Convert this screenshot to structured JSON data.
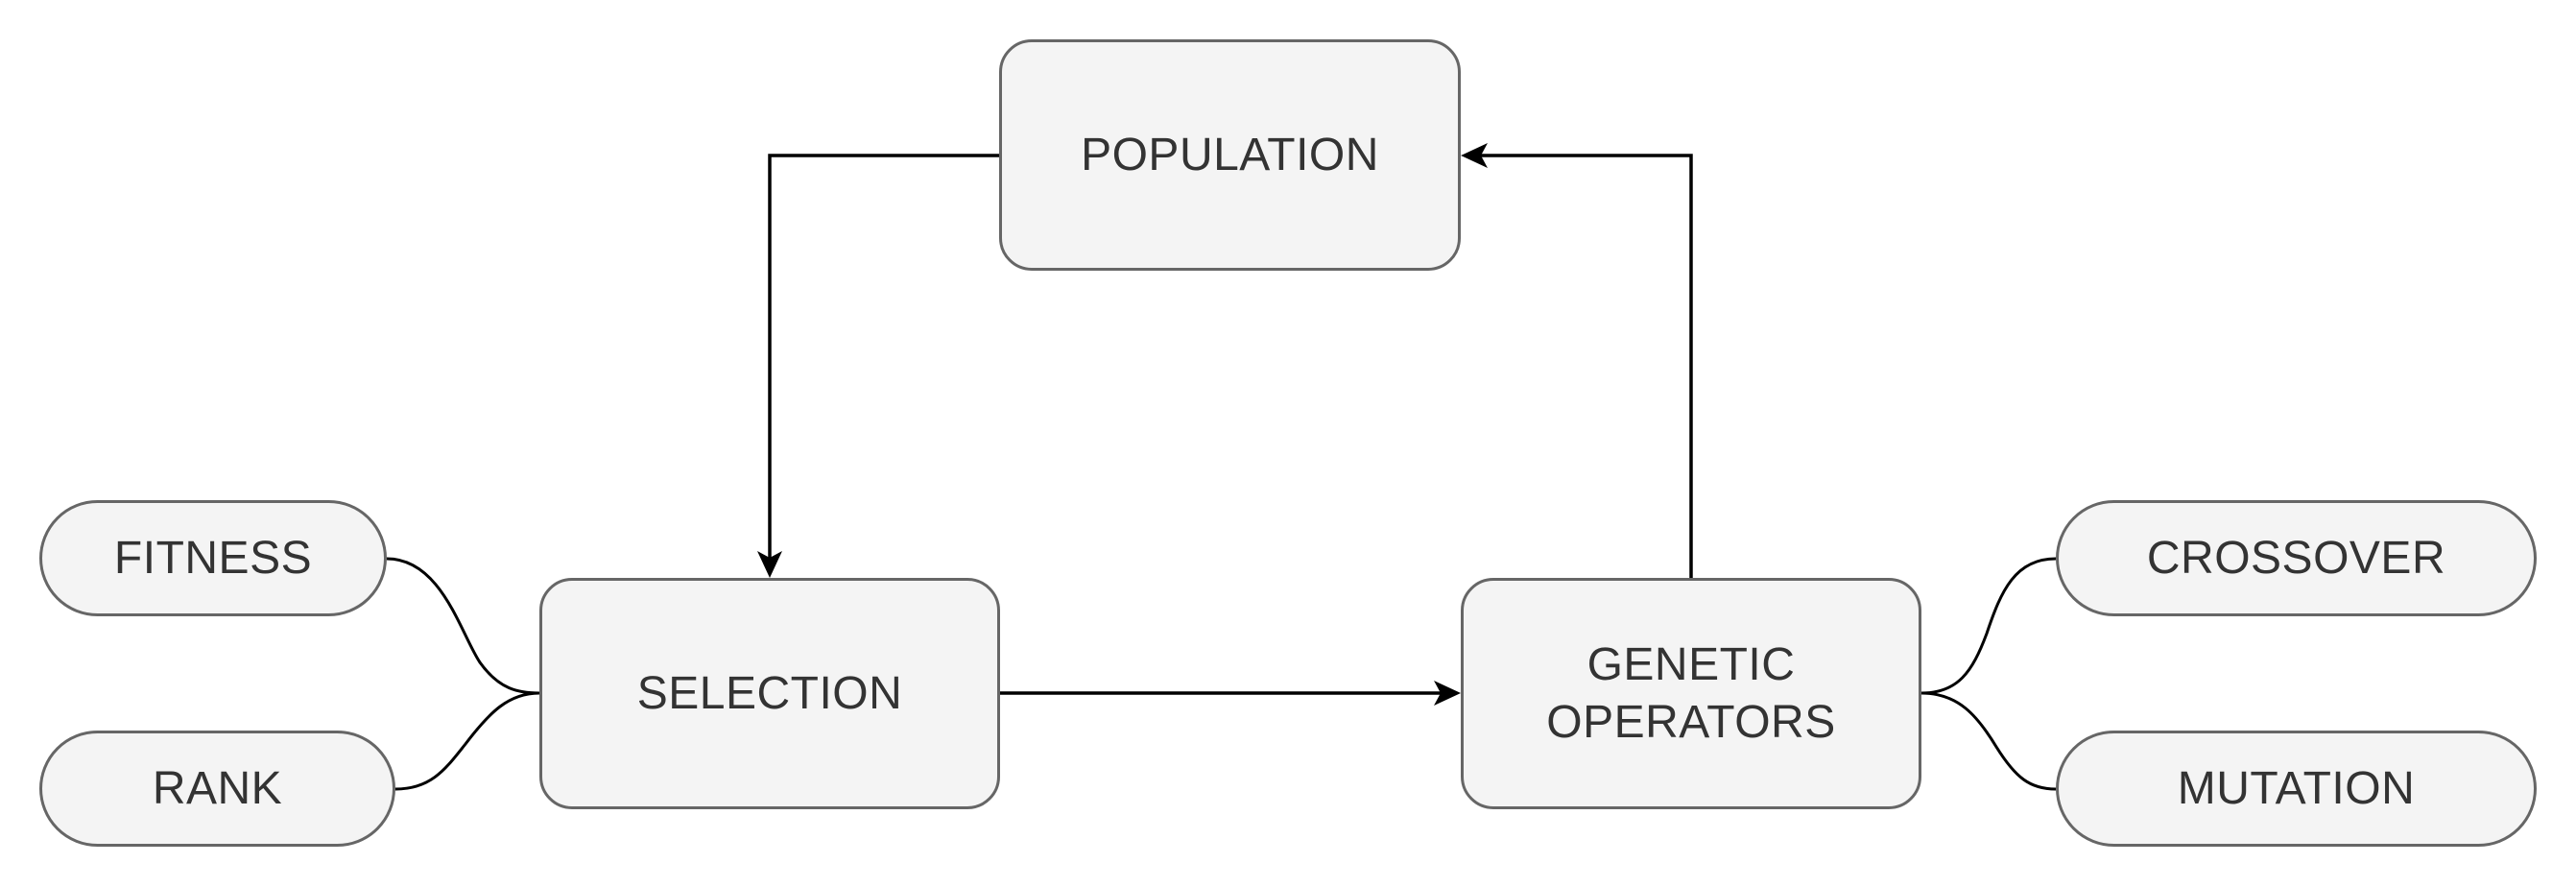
{
  "diagram": {
    "nodes": {
      "population": "POPULATION",
      "selection": "SELECTION",
      "genetic_operators": "GENETIC\nOPERATORS",
      "fitness": "FITNESS",
      "rank": "RANK",
      "crossover": "CROSSOVER",
      "mutation": "MUTATION"
    },
    "edges": [
      {
        "from": "population",
        "to": "selection",
        "arrow": true
      },
      {
        "from": "selection",
        "to": "genetic_operators",
        "arrow": true
      },
      {
        "from": "genetic_operators",
        "to": "population",
        "arrow": true
      },
      {
        "from": "fitness",
        "to": "selection",
        "arrow": false
      },
      {
        "from": "rank",
        "to": "selection",
        "arrow": false
      },
      {
        "from": "genetic_operators",
        "to": "crossover",
        "arrow": false
      },
      {
        "from": "genetic_operators",
        "to": "mutation",
        "arrow": false
      }
    ],
    "colors": {
      "node_fill": "#f4f4f4",
      "node_border": "#666666",
      "text": "#333333",
      "edge": "#000000"
    }
  }
}
